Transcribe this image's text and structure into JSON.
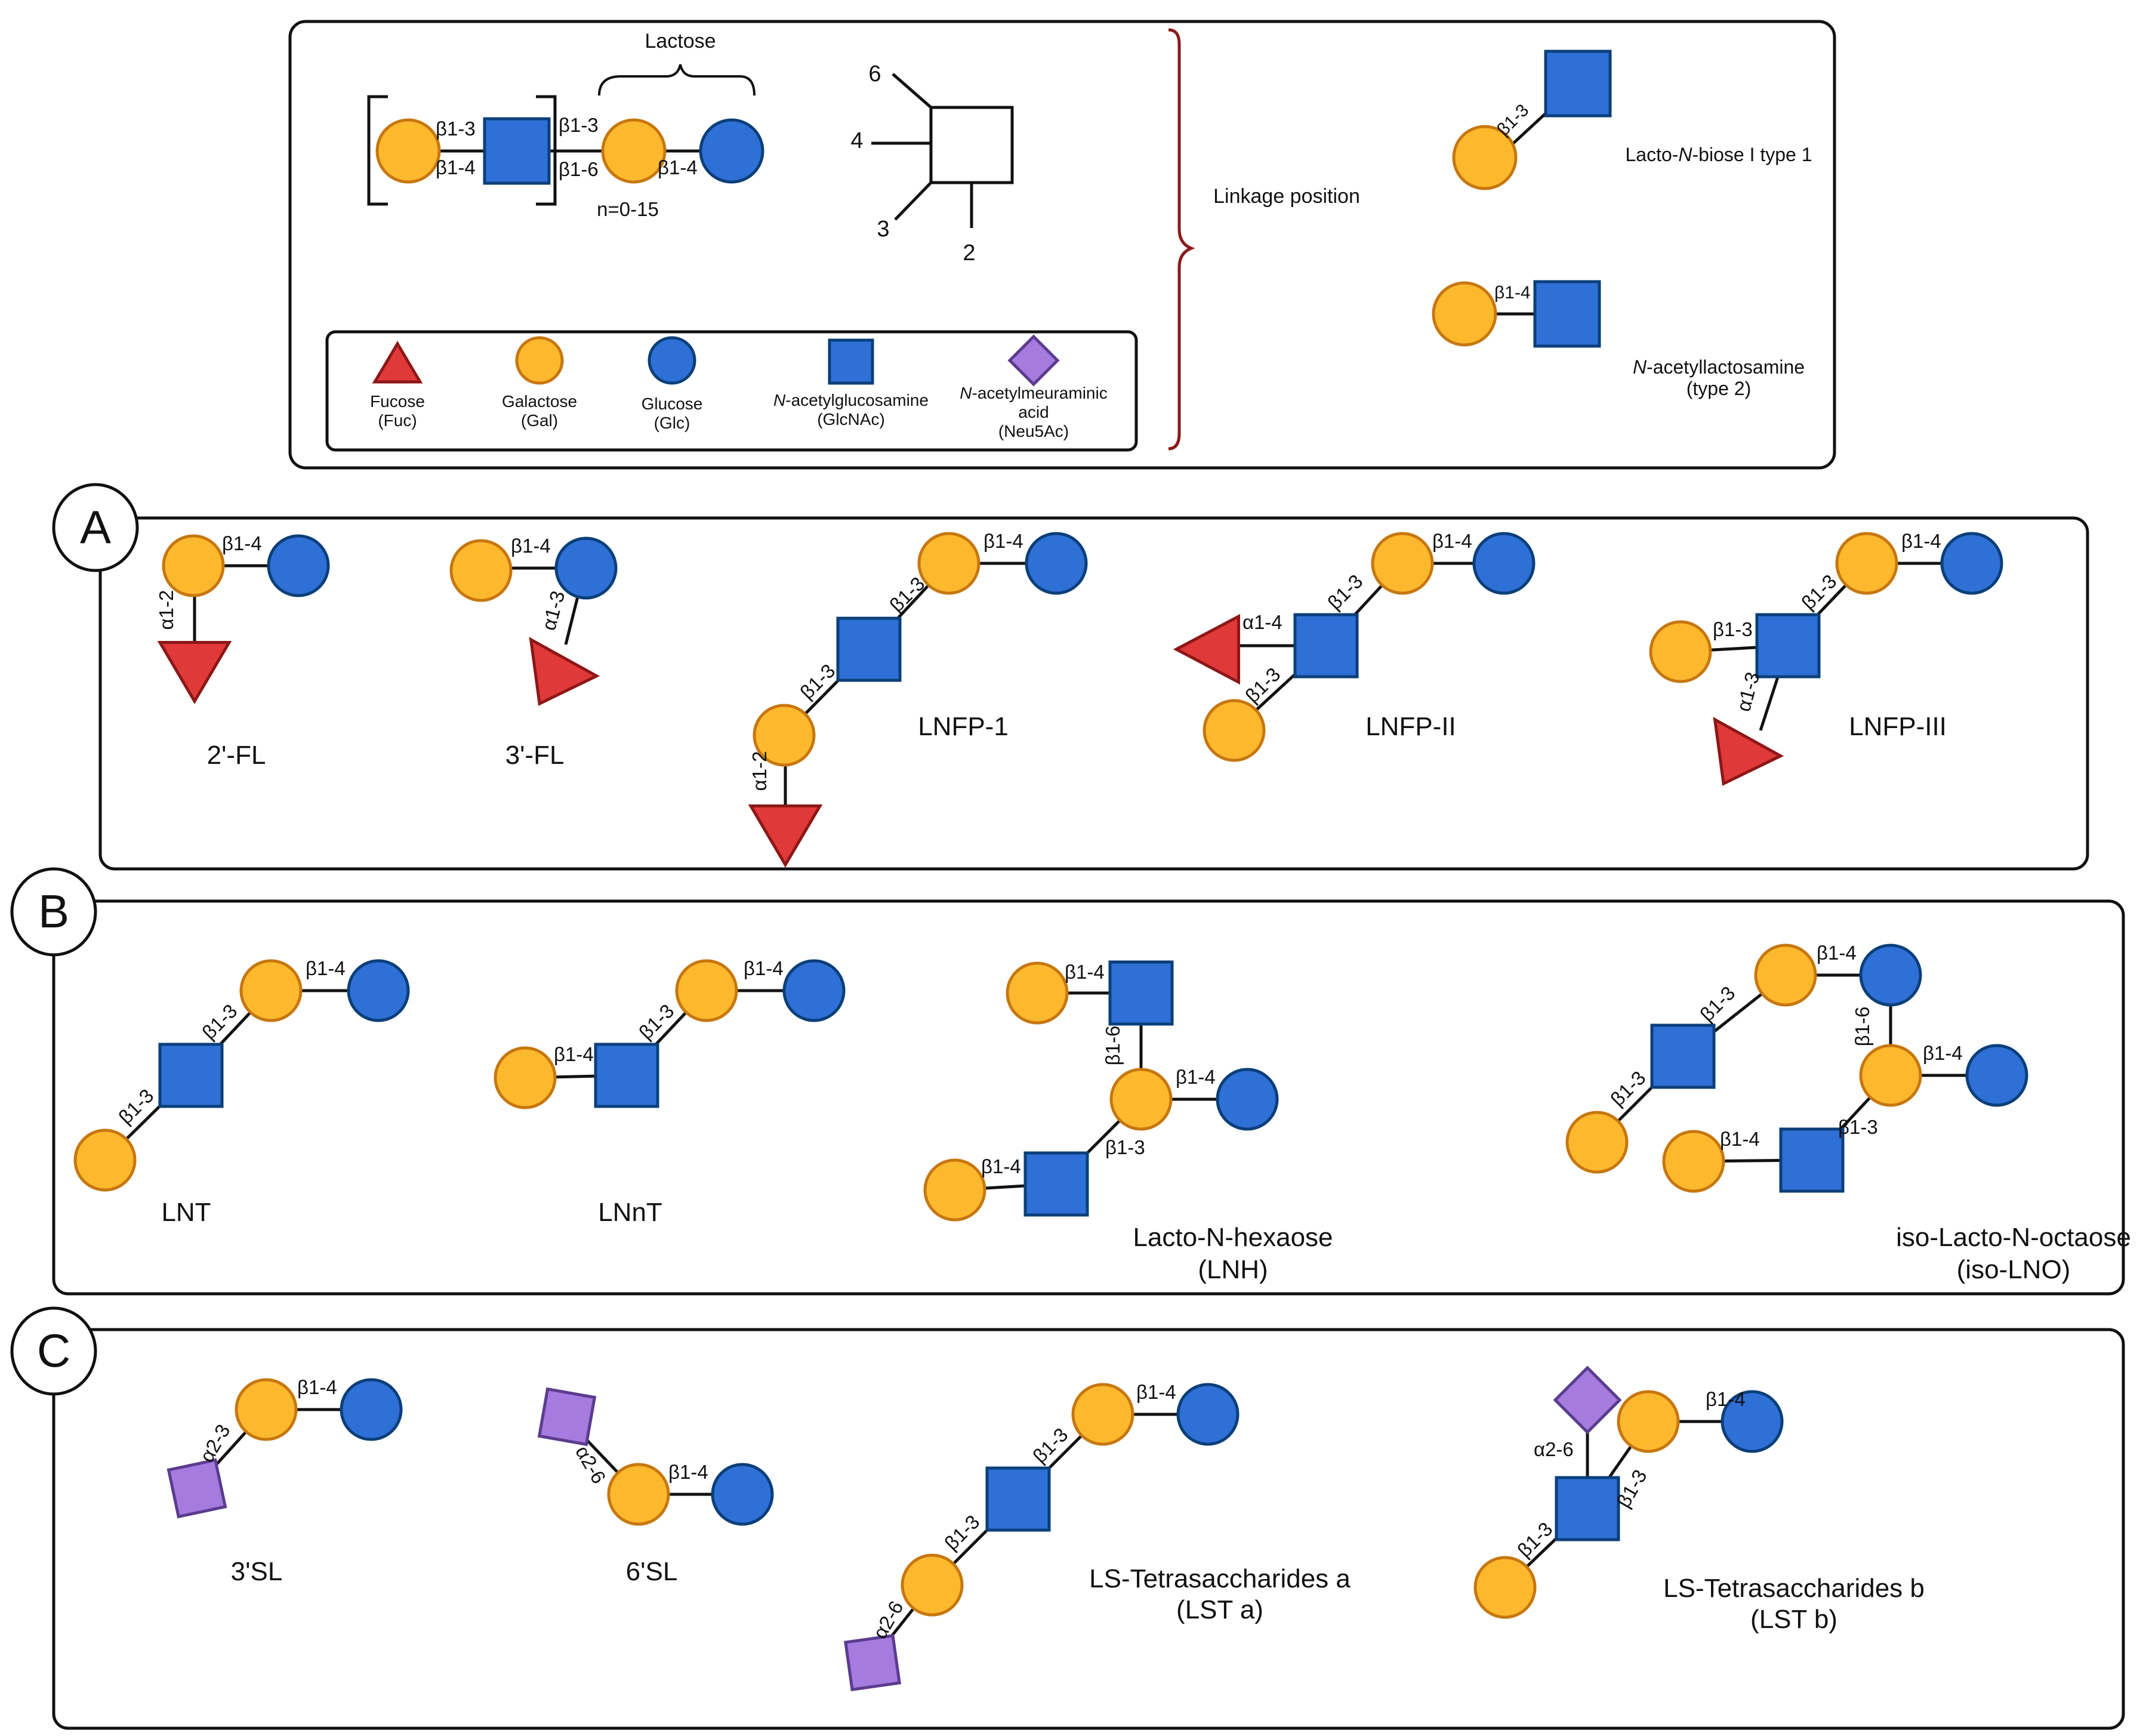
{
  "legend": {
    "lactose_label": "Lactose",
    "repeat_label": "n=0-15",
    "core_links": [
      "β1-3",
      "β1-4",
      "β1-3",
      "β1-6",
      "β1-4"
    ],
    "positions": [
      "6",
      "4",
      "3",
      "2"
    ],
    "linkage_label": "Linkage position",
    "type1_link": "β1-3",
    "type1_name_a": "Lacto-",
    "type1_name_b": "N",
    "type1_name_c": "-biose I type 1",
    "type2_link": "β1-4",
    "type2_name_a": "N",
    "type2_name_b": "-acetyllactosamine",
    "type2_name_c": "(type 2)",
    "key": {
      "fuc": [
        "Fucose",
        "(Fuc)"
      ],
      "gal": [
        "Galactose",
        "(Gal)"
      ],
      "glc": [
        "Glucose",
        "(Glc)"
      ],
      "glcnac_a": "N",
      "glcnac_b": "-acetylglucosamine",
      "glcnac_c": "(GlcNAc)",
      "neu_a": "N",
      "neu_b": "-acetylmeuraminic",
      "neu_c": "acid",
      "neu_d": "(Neu5Ac)"
    }
  },
  "panels": {
    "A": {
      "letter": "A",
      "names": [
        "2'-FL",
        "3'-FL",
        "LNFP-1",
        "LNFP-II",
        "LNFP-III"
      ],
      "links": {
        "fl2": [
          "β1-4",
          "α1-2"
        ],
        "fl3": [
          "β1-4",
          "α1-3"
        ],
        "lnfp1": [
          "β1-4",
          "β1-3",
          "β1-3",
          "α1-2"
        ],
        "lnfp2": [
          "β1-4",
          "β1-3",
          "α1-4",
          "β1-3"
        ],
        "lnfp3": [
          "β1-4",
          "β1-3",
          "β1-3",
          "α1-3"
        ]
      }
    },
    "B": {
      "letter": "B",
      "names": [
        "LNT",
        "LNnT",
        "Lacto-N-hexaose",
        "(LNH)",
        "iso-Lacto-N-octaose",
        "(iso-LNO)"
      ],
      "links": {
        "lnt": [
          "β1-4",
          "β1-3",
          "β1-3"
        ],
        "lnnt": [
          "β1-4",
          "β1-3",
          "β1-4"
        ],
        "lnh": [
          "β1-4",
          "β1-6",
          "β1-4",
          "β1-3",
          "β1-4"
        ],
        "lno": [
          "β1-4",
          "β1-3",
          "β1-3",
          "β1-6",
          "β1-4",
          "β1-3",
          "β1-4"
        ]
      }
    },
    "C": {
      "letter": "C",
      "names": [
        "3'SL",
        "6'SL",
        "LS-Tetrasaccharides a",
        "(LST a)",
        "LS-Tetrasaccharides b",
        "(LST b)"
      ],
      "links": {
        "sl3": [
          "β1-4",
          "α2-3"
        ],
        "sl6": [
          "β1-4",
          "α2-6"
        ],
        "lsta": [
          "β1-4",
          "β1-3",
          "β1-3",
          "α2-6"
        ],
        "lstb": [
          "β1-4",
          "β1-3",
          "α2-6",
          "β1-3"
        ]
      }
    }
  },
  "colors": {
    "galactose": "#FDB92E",
    "galactose_stroke": "#C7770F",
    "glucose": "#2F70D6",
    "glucose_stroke": "#0B3F7A",
    "glcnac": "#2F70D6",
    "glcnac_stroke": "#0B3F7A",
    "fucose": "#E0393A",
    "fucose_stroke": "#8E1717",
    "neu5ac": "#A57BDF",
    "neu5ac_stroke": "#5B3C8E",
    "brace": "#8B1A1A"
  }
}
